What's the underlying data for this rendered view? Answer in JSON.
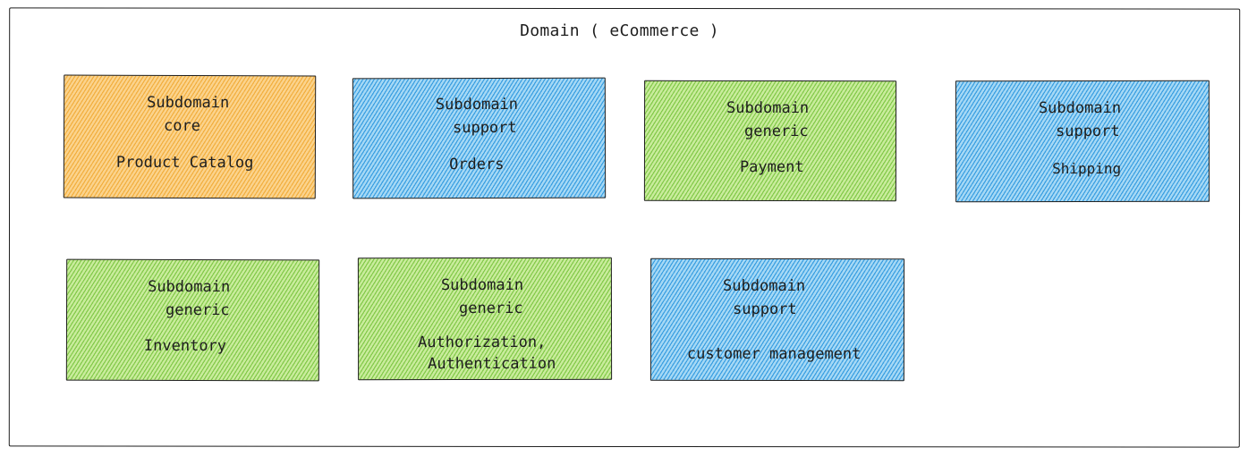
{
  "domain": {
    "title": "Domain ( eCommerce )"
  },
  "subdomains": [
    {
      "heading": "Subdomain",
      "type": "core",
      "name": "Product Catalog"
    },
    {
      "heading": "Subdomain",
      "type": "support",
      "name": "Orders"
    },
    {
      "heading": "Subdomain",
      "type": "generic",
      "name": "Payment"
    },
    {
      "heading": "Subdomain",
      "type": "support",
      "name": "Shipping"
    },
    {
      "heading": "Subdomain",
      "type": "generic",
      "name": "Inventory"
    },
    {
      "heading": "Subdomain",
      "type": "generic",
      "name_line1": "Authorization,",
      "name_line2": "Authentication"
    },
    {
      "heading": "Subdomain",
      "type": "support",
      "name": "customer management"
    }
  ],
  "colors": {
    "core": "#f0a830",
    "support": "#1e90dc",
    "generic": "#70c034",
    "stroke": "#1e1e1e"
  }
}
